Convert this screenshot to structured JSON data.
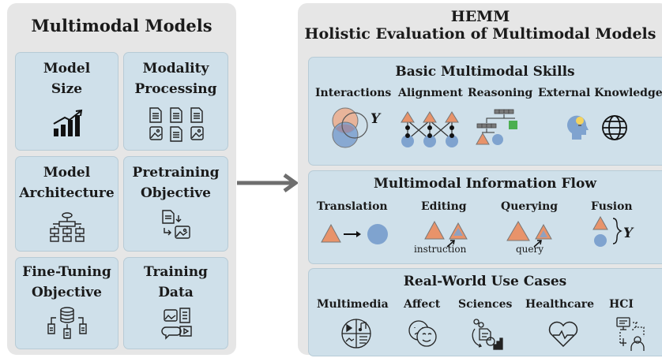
{
  "left": {
    "title": "Multimodal Models",
    "cards": [
      {
        "line1": "Model",
        "line2": "Size"
      },
      {
        "line1": "Modality",
        "line2": "Processing"
      },
      {
        "line1": "Model",
        "line2": "Architecture"
      },
      {
        "line1": "Pretraining",
        "line2": "Objective"
      },
      {
        "line1": "Fine-Tuning",
        "line2": "Objective"
      },
      {
        "line1": "Training",
        "line2": "Data"
      }
    ]
  },
  "right": {
    "title1": "HEMM",
    "title2": "Holistic Evaluation of Multimodal Models",
    "skills": {
      "title": "Basic Multimodal Skills",
      "items": [
        "Interactions",
        "Alignment",
        "Reasoning",
        "External Knowledge"
      ],
      "y_symbol": "Y"
    },
    "flow": {
      "title": "Multimodal Information Flow",
      "items": [
        "Translation",
        "Editing",
        "Querying",
        "Fusion"
      ],
      "editing_sub": "instruction",
      "querying_sub": "query",
      "fusion_symbol": "Y"
    },
    "usecases": {
      "title": "Real-World Use Cases",
      "items": [
        "Multimedia",
        "Affect",
        "Sciences",
        "Healthcare",
        "HCI"
      ]
    }
  },
  "colors": {
    "panel": "#e6e6e6",
    "box": "#cfe0ea",
    "orange": "#e8936a",
    "blue": "#7fa3cf",
    "green": "#4caf50",
    "arrow": "#6e6e6e"
  }
}
